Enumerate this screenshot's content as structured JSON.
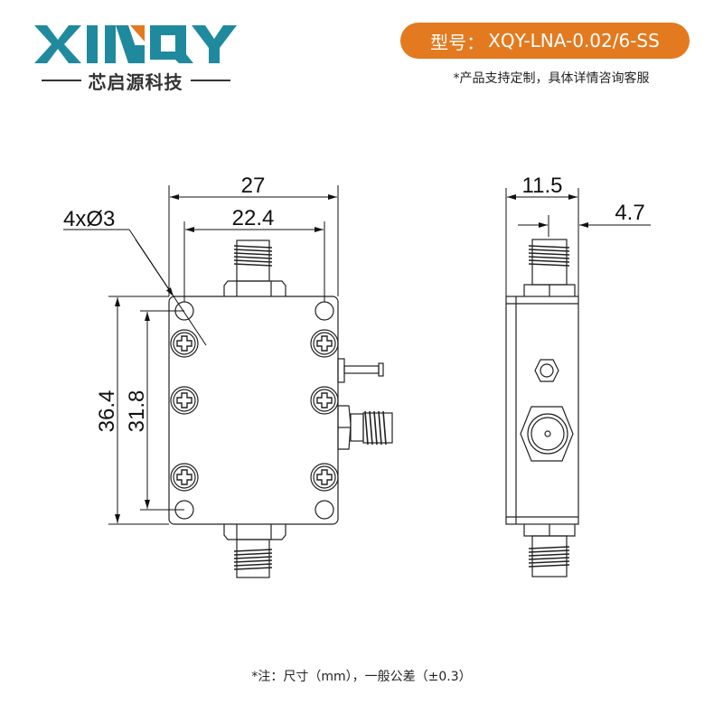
{
  "brand": {
    "logo_text": "XINQY",
    "logo_subtitle": "芯启源科技",
    "colors": {
      "teal": "#1f8a9e",
      "orange": "#e37a1f"
    }
  },
  "model_badge": {
    "label": "型号：",
    "value": "XQY-LNA-0.02/6-SS",
    "color": "#e37a1f"
  },
  "custom_note": "*产品支持定制，具体详情咨询客服",
  "drawing": {
    "front_view": {
      "width_overall": "27",
      "width_holes": "22.4",
      "height_overall": "36.4",
      "height_holes": "31.8",
      "hole_callout": "4xØ3"
    },
    "side_view": {
      "depth_overall": "11.5",
      "connector_offset": "4.7"
    }
  },
  "footer_note": "*注：尺寸（mm），一般公差（±0.3）"
}
